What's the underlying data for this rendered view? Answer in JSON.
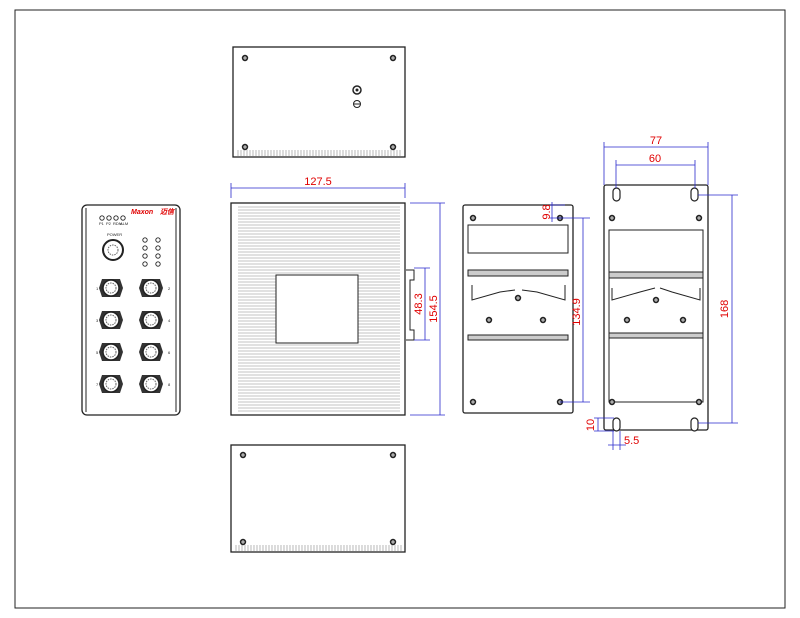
{
  "front_panel": {
    "brand": "Maxon",
    "brand_cn": "迈信",
    "led_labels": [
      "P1",
      "P2",
      "RDN",
      "ALM"
    ],
    "power_label": "POWER",
    "port_numbers": [
      "1",
      "2",
      "3",
      "4",
      "5",
      "6",
      "7",
      "8"
    ]
  },
  "dimensions": {
    "length": "127.5",
    "height": "154.5",
    "din_clip": "48.3",
    "din_top_offset": "9.8",
    "din_hole_spacing": "134.9",
    "plate_width": "77",
    "plate_hole_spacing_h": "60",
    "plate_hole_spacing_v": "168",
    "slot_length": "10",
    "slot_width": "5.5"
  },
  "colors": {
    "dimension_text": "#e00000",
    "dimension_line": "#2a2acc"
  }
}
